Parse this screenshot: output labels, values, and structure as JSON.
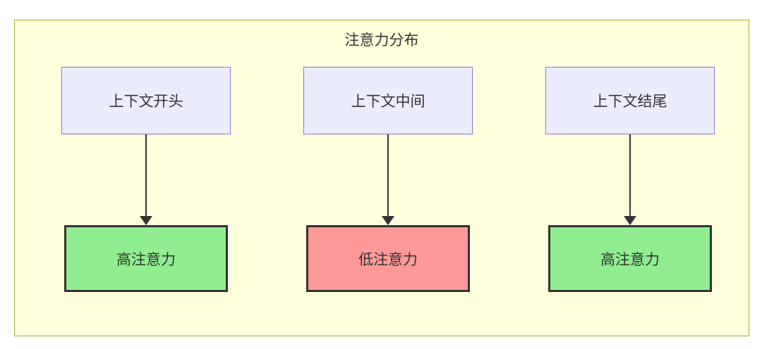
{
  "diagram": {
    "title": "注意力分布",
    "columns": [
      {
        "source": "上下文开头",
        "target": "高注意力",
        "level": "high"
      },
      {
        "source": "上下文中间",
        "target": "低注意力",
        "level": "low"
      },
      {
        "source": "上下文结尾",
        "target": "高注意力",
        "level": "high"
      }
    ],
    "colors": {
      "container_bg": "#ffffde",
      "container_border": "#aaaa33",
      "source_bg": "#ECECFF",
      "source_border": "#9370DB",
      "high_bg": "#90EE90",
      "low_bg": "#FF9999",
      "target_border": "#333333",
      "arrow": "#333333",
      "text": "#333333"
    }
  }
}
